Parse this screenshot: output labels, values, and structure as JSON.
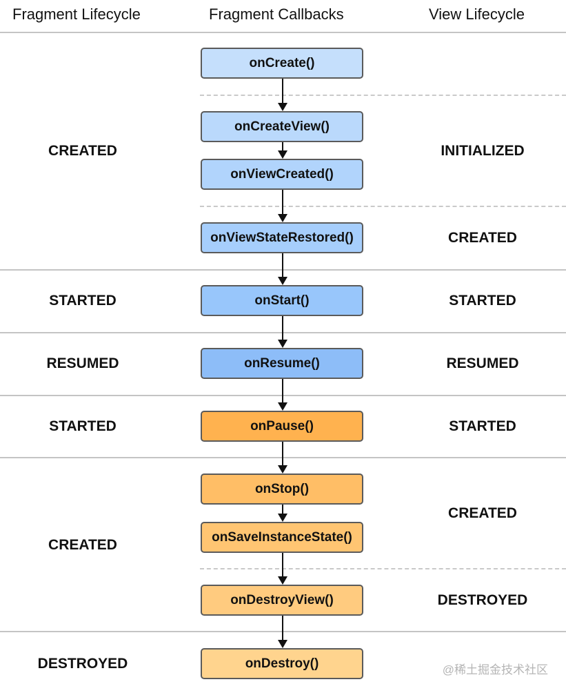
{
  "headers": {
    "fragment_lifecycle": "Fragment Lifecycle",
    "fragment_callbacks": "Fragment Callbacks",
    "view_lifecycle": "View Lifecycle"
  },
  "fragment_states": [
    "CREATED",
    "STARTED",
    "RESUMED",
    "STARTED",
    "CREATED",
    "DESTROYED"
  ],
  "view_states": [
    "INITIALIZED",
    "CREATED",
    "STARTED",
    "RESUMED",
    "STARTED",
    "CREATED",
    "DESTROYED"
  ],
  "callbacks": [
    {
      "label": "onCreate()",
      "color": "#c5dffc"
    },
    {
      "label": "onCreateView()",
      "color": "#bad9fc"
    },
    {
      "label": "onViewCreated()",
      "color": "#b1d4fc"
    },
    {
      "label": "onViewStateRestored()",
      "color": "#a6cefc"
    },
    {
      "label": "onStart()",
      "color": "#98c6fb"
    },
    {
      "label": "onResume()",
      "color": "#8dbdf8"
    },
    {
      "label": "onPause()",
      "color": "#ffb24f"
    },
    {
      "label": "onStop()",
      "color": "#ffbe66"
    },
    {
      "label": "onSaveInstanceState()",
      "color": "#ffc572"
    },
    {
      "label": "onDestroyView()",
      "color": "#ffcb7f"
    },
    {
      "label": "onDestroy()",
      "color": "#ffd48e"
    }
  ],
  "watermark": "@稀土掘金技术社区"
}
